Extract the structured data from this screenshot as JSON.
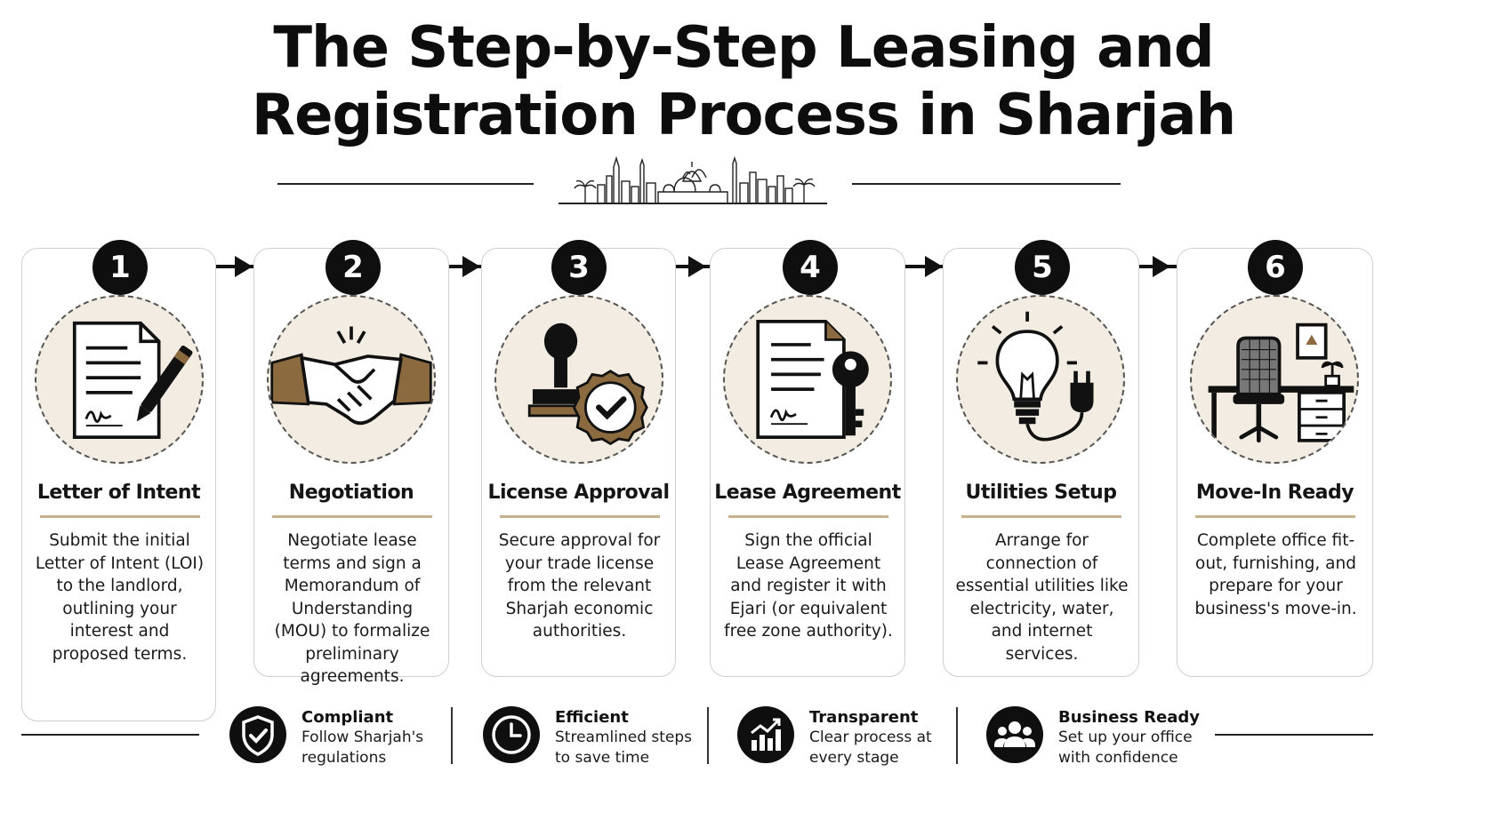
{
  "title_line1": "The Step-by-Step Leasing and",
  "title_line2": "Registration Process in Sharjah",
  "colors": {
    "accent_beige": "#f3ece2",
    "accent_gold": "#c8b28e",
    "dark": "#0f0f0f",
    "brown": "#8a6a3e"
  },
  "steps": [
    {
      "number": "1",
      "title": "Letter of Intent",
      "icon": "document-pen-icon",
      "description": "Submit the initial Letter of Intent (LOI) to the landlord, outlining your interest and proposed terms."
    },
    {
      "number": "2",
      "title": "Negotiation",
      "icon": "handshake-icon",
      "description": "Negotiate lease terms and sign a Memorandum of Understanding (MOU) to formalize preliminary agreements."
    },
    {
      "number": "3",
      "title": "License Approval",
      "icon": "stamp-approval-icon",
      "description": "Secure approval for your trade license from the relevant Sharjah economic authorities."
    },
    {
      "number": "4",
      "title": "Lease Agreement",
      "icon": "document-key-icon",
      "description": "Sign the official Lease Agreement and register it with Ejari (or equivalent free zone authority)."
    },
    {
      "number": "5",
      "title": "Utilities Setup",
      "icon": "lightbulb-plug-icon",
      "description": "Arrange for connection of essential utilities like electricity, water, and internet services."
    },
    {
      "number": "6",
      "title": "Move-In Ready",
      "icon": "office-desk-icon",
      "description": "Complete office fit-out, furnishing, and prepare for your business's move-in."
    }
  ],
  "features": [
    {
      "title": "Compliant",
      "description": "Follow Sharjah's regulations",
      "icon": "shield-check-icon"
    },
    {
      "title": "Efficient",
      "description": "Streamlined steps to save time",
      "icon": "clock-icon"
    },
    {
      "title": "Transparent",
      "description": "Clear process at every stage",
      "icon": "growth-chart-icon"
    },
    {
      "title": "Business Ready",
      "description": "Set up your office with confidence",
      "icon": "team-icon"
    }
  ]
}
